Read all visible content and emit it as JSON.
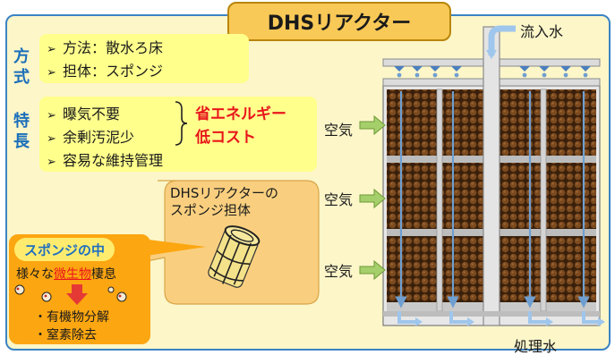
{
  "title": "DHSリアクター",
  "method_section": {
    "label": [
      "方",
      "式"
    ],
    "items": [
      {
        "marker": "➢",
        "text": "方法：散水ろ床"
      },
      {
        "marker": "➢",
        "text": "担体：スポンジ"
      }
    ]
  },
  "features_section": {
    "label": [
      "特",
      "長"
    ],
    "items": [
      {
        "marker": "➢",
        "text": "曝気不要"
      },
      {
        "marker": "➢",
        "text": "余剰汚泥少"
      },
      {
        "marker": "➢",
        "text": "容易な維持管理"
      }
    ],
    "highlights": [
      "省エネルギー",
      "低コスト"
    ]
  },
  "carrier_bubble": {
    "line1": "DHSリアクターの",
    "line2": "スポンジ担体"
  },
  "sponge_inside": {
    "title": "スポンジの中",
    "habitat_prefix": "様々な",
    "habitat_highlight": "微生物",
    "habitat_suffix": "棲息",
    "items": [
      "・有機物分解",
      "・窒素除去"
    ]
  },
  "reactor": {
    "inflow_label": "流入水",
    "outflow_label": "処理水",
    "air_labels": [
      "空気",
      "空気",
      "空気"
    ]
  },
  "colors": {
    "title_fill": "#f9c957",
    "label_blue": "#1b6fba",
    "highlight_red": "#e8161b",
    "arrow_green": "#a5cf6a",
    "flow_blue": "#9fc6ec",
    "packing_brown": "#5a3413",
    "sponge_orange": "#fca611"
  }
}
